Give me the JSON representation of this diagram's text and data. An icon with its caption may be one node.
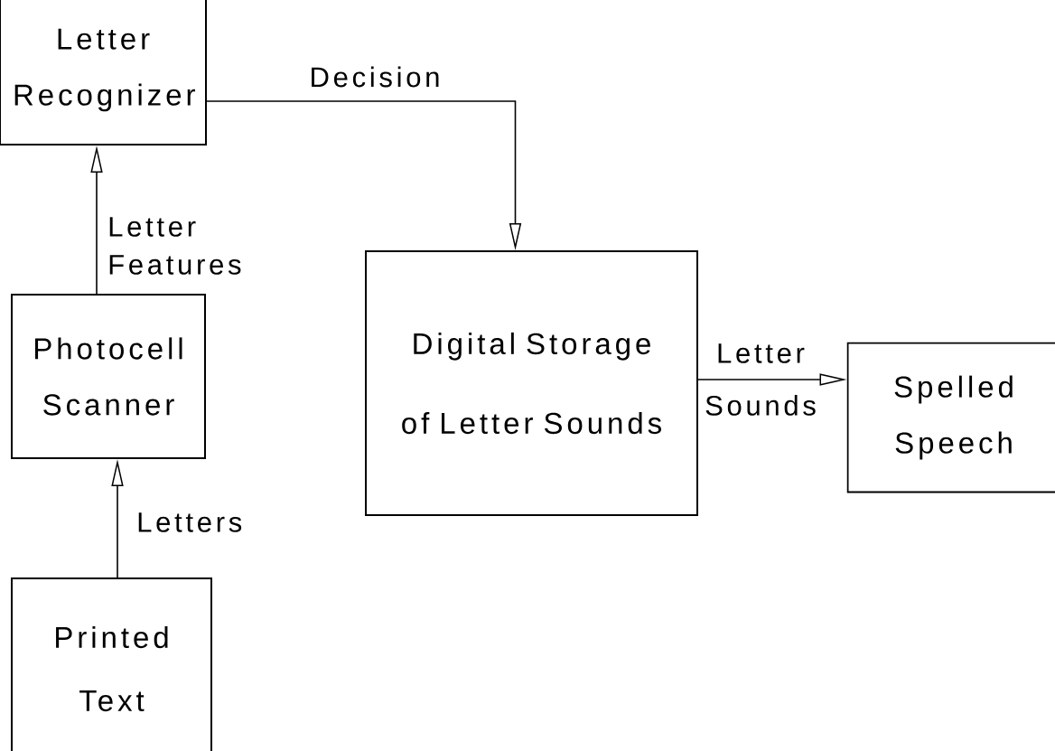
{
  "diagram": {
    "nodes": [
      {
        "text": [
          "Letter Recognizer"
        ]
      },
      {
        "text": [
          "Photocell Scanner"
        ]
      },
      {
        "text": [
          "Printed Text"
        ]
      },
      {
        "text": [
          "Digital Storage of Letter Sounds"
        ]
      },
      {
        "text": [
          "Spelled Speech"
        ]
      }
    ],
    "edges": [
      {
        "from": 2,
        "to": 1,
        "arrow": "to",
        "label": "Letters"
      },
      {
        "from": 1,
        "to": 0,
        "arrow": "to",
        "label": "Letter Features"
      },
      {
        "from": 0,
        "to": 3,
        "arrow": "to",
        "label": "Decision"
      },
      {
        "from": 3,
        "to": 4,
        "arrow": "to",
        "label": "Letter Sounds"
      }
    ]
  }
}
